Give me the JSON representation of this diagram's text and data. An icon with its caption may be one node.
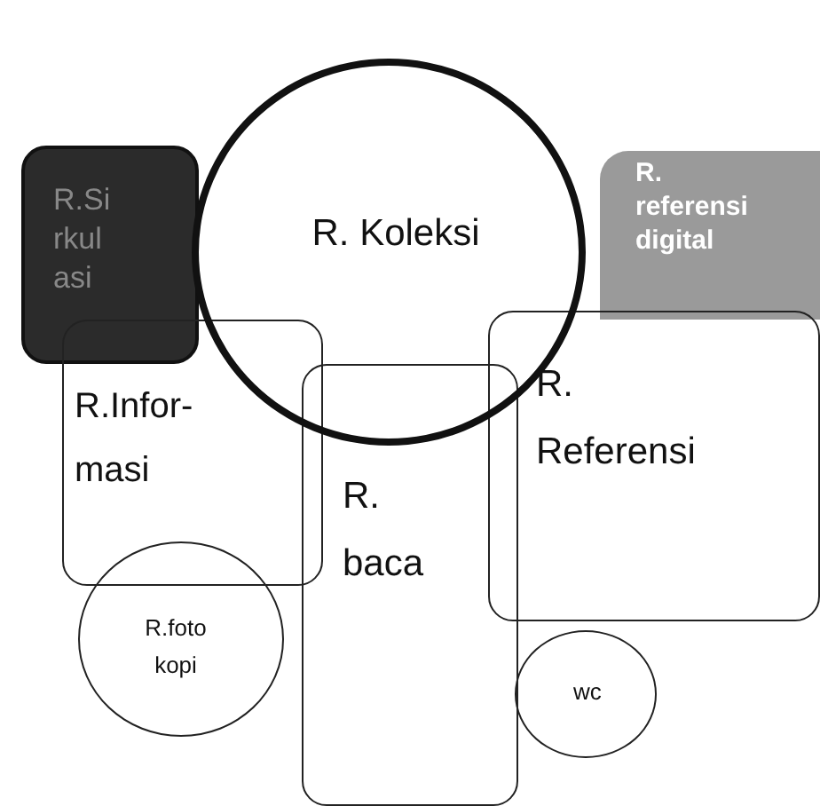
{
  "diagram": {
    "nodes": [
      {
        "text": [
          "R.Si rkul asi"
        ]
      },
      {
        "text": [
          "R. Koleksi"
        ]
      },
      {
        "text": [
          "R. referensi digital"
        ]
      },
      {
        "text": [
          "R.Infor- masi"
        ]
      },
      {
        "text": [
          "R. baca"
        ]
      },
      {
        "text": [
          "R. Referensi"
        ]
      },
      {
        "text": [
          "R.foto kopi"
        ]
      },
      {
        "text": [
          "wc"
        ]
      }
    ]
  }
}
